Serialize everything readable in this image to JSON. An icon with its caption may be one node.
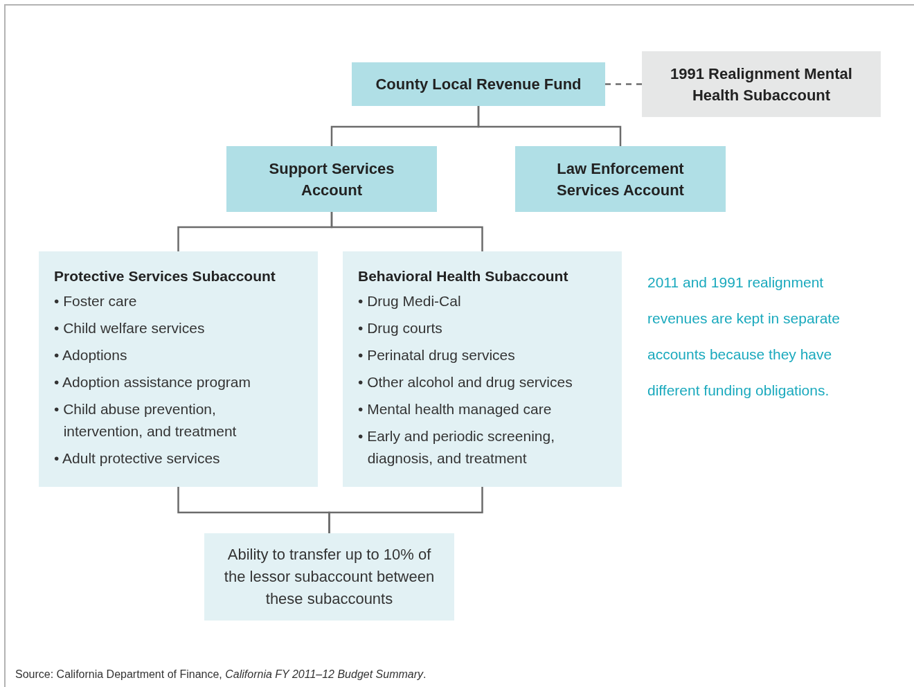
{
  "diagram": {
    "nodes": [
      {
        "text": [
          "County Local Revenue Fund"
        ]
      },
      {
        "text": [
          "1991 Realignment Mental Health Subaccount"
        ]
      },
      {
        "text": [
          "Support Services Account"
        ]
      },
      {
        "text": [
          "Law Enforcement Services Account"
        ]
      },
      {
        "text": [
          "Protective Services Subaccount",
          "• Foster care",
          "• Child welfare services",
          "• Adoptions",
          "• Adoption assistance program",
          "• Child abuse prevention, intervention, and treatment",
          "• Adult protective services"
        ]
      },
      {
        "text": [
          "Behavioral Health Subaccount",
          "• Drug Medi-Cal",
          "• Drug courts",
          "• Perinatal drug services",
          "• Other alcohol and drug services",
          "• Mental health managed care",
          "• Early and periodic screening, diagnosis, and treatment"
        ]
      },
      {
        "text": [
          "Ability to transfer up to 10% of the lessor subaccount between these subaccounts"
        ]
      }
    ],
    "edges": [
      {
        "from": 0,
        "to": 1,
        "arrow": "none",
        "style": "dashed"
      },
      {
        "from": 0,
        "to": 2,
        "arrow": "none"
      },
      {
        "from": 0,
        "to": 3,
        "arrow": "none"
      },
      {
        "from": 2,
        "to": 4,
        "arrow": "none"
      },
      {
        "from": 2,
        "to": 5,
        "arrow": "none"
      },
      {
        "from": 4,
        "to": 6,
        "arrow": "none"
      },
      {
        "from": 5,
        "to": 6,
        "arrow": "none"
      }
    ],
    "labels": [
      "2011 and 1991 realignment revenues are kept in separate accounts because they have different funding obligations."
    ],
    "caption": "Source: California Department of Finance, *California FY 2011–12 Budget Summary*."
  }
}
